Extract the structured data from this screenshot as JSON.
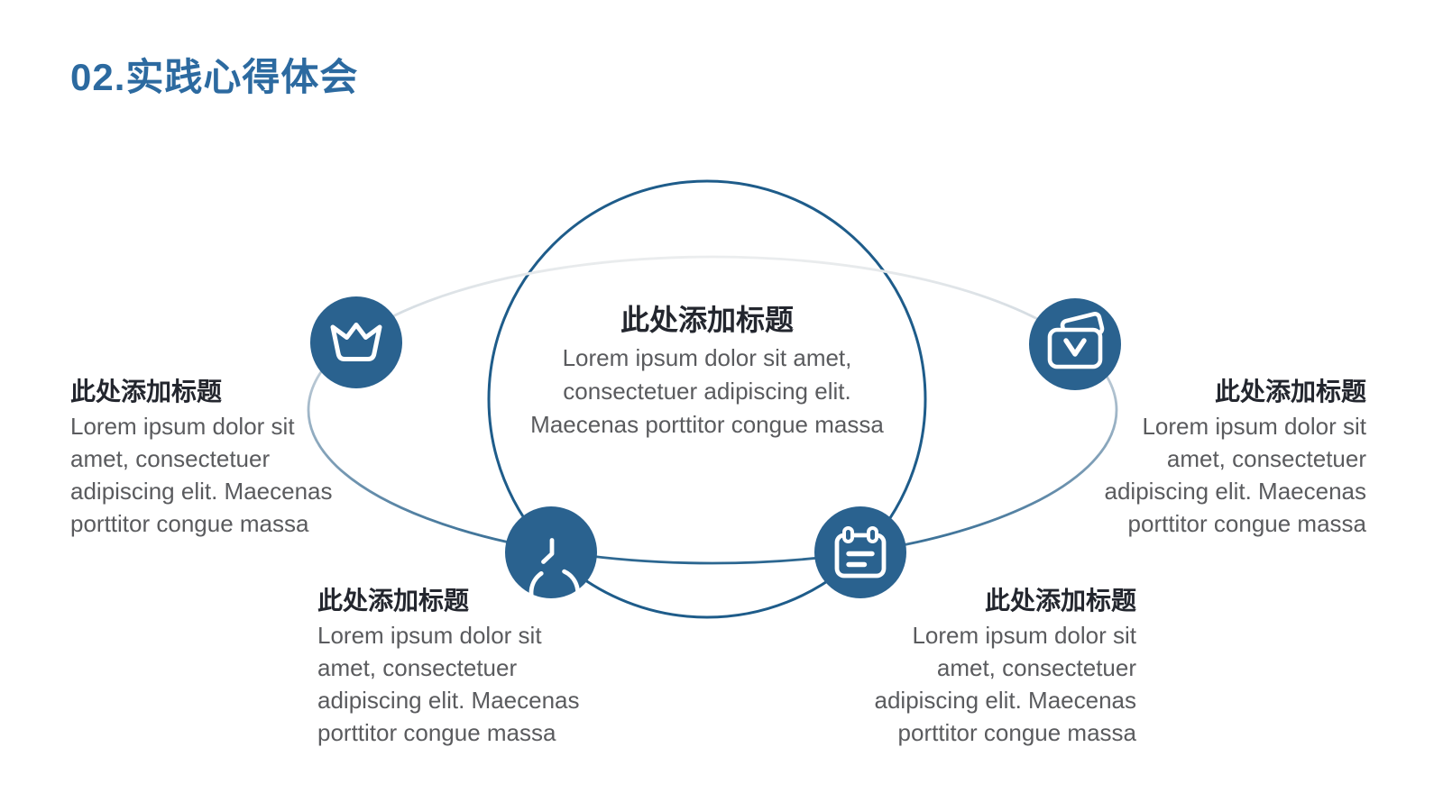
{
  "title": "02.实践心得体会",
  "center": {
    "heading": "此处添加标题",
    "body_lines": [
      "Lorem ipsum dolor sit amet,",
      "consectetuer adipiscing elit.",
      "Maecenas porttitor congue massa"
    ]
  },
  "items": [
    {
      "position": "left",
      "icon": "crown-icon",
      "heading": "此处添加标题",
      "body_lines": [
        "Lorem ipsum dolor sit",
        "amet, consectetuer",
        "adipiscing elit. Maecenas",
        "porttitor congue massa"
      ]
    },
    {
      "position": "right",
      "icon": "vip-card-icon",
      "heading": "此处添加标题",
      "body_lines": [
        "Lorem ipsum dolor sit",
        "amet, consectetuer",
        "adipiscing elit. Maecenas",
        "porttitor congue massa"
      ]
    },
    {
      "position": "bottom-left",
      "icon": "clock-icon",
      "heading": "此处添加标题",
      "body_lines": [
        "Lorem ipsum dolor sit",
        "amet, consectetuer",
        "adipiscing elit. Maecenas",
        "porttitor congue massa"
      ]
    },
    {
      "position": "bottom-right",
      "icon": "notepad-icon",
      "heading": "此处添加标题",
      "body_lines": [
        "Lorem ipsum dolor sit",
        "amet, consectetuer",
        "adipiscing elit. Maecenas",
        "porttitor congue massa"
      ]
    }
  ],
  "colors": {
    "title_blue": "#2c6aa0",
    "circle_stroke": "#1e5c8a",
    "icon_fill": "#2a628f",
    "heading_text": "#23262e",
    "body_text": "#5a5b5e",
    "ellipse_gradient_top": "#ebedee",
    "ellipse_gradient_mid": "#9db3c6",
    "ellipse_gradient_bottom": "#2b6690"
  }
}
